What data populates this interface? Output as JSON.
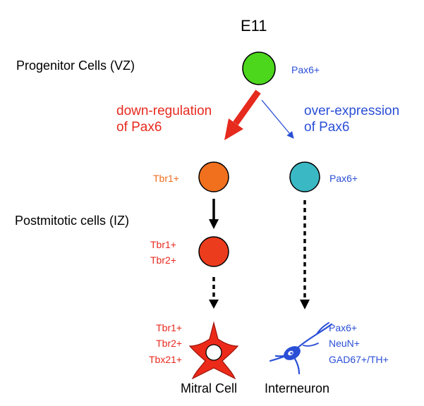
{
  "title": "E11",
  "stages": {
    "progenitor": "Progenitor Cells (VZ)",
    "postmitotic": "Postmitotic cells (IZ)"
  },
  "regulation": {
    "down_line1": "down-regulation",
    "down_line2": "of Pax6",
    "over_line1": "over-expression",
    "over_line2": "of Pax6"
  },
  "markers": {
    "progenitor": "Pax6+",
    "orange_cell": "Tbr1+",
    "teal_cell": "Pax6+",
    "red_cell": [
      "Tbr1+",
      "Tbr2+"
    ],
    "mitral": [
      "Tbr1+",
      "Tbr2+",
      "Tbx21+"
    ],
    "interneuron": [
      "Pax6+",
      "NeuN+",
      "GAD67+/TH+"
    ]
  },
  "cell_names": {
    "mitral": "Mitral Cell",
    "interneuron": "Interneuron"
  },
  "colors": {
    "progenitor_cell": "#4cd61c",
    "orange_cell": "#f0701e",
    "teal_cell": "#3ab8c4",
    "red_cell": "#ec3c1e",
    "red_text": "#e62a1e",
    "blue_text": "#2a4fd6",
    "orange_text": "#ee6d1c"
  }
}
